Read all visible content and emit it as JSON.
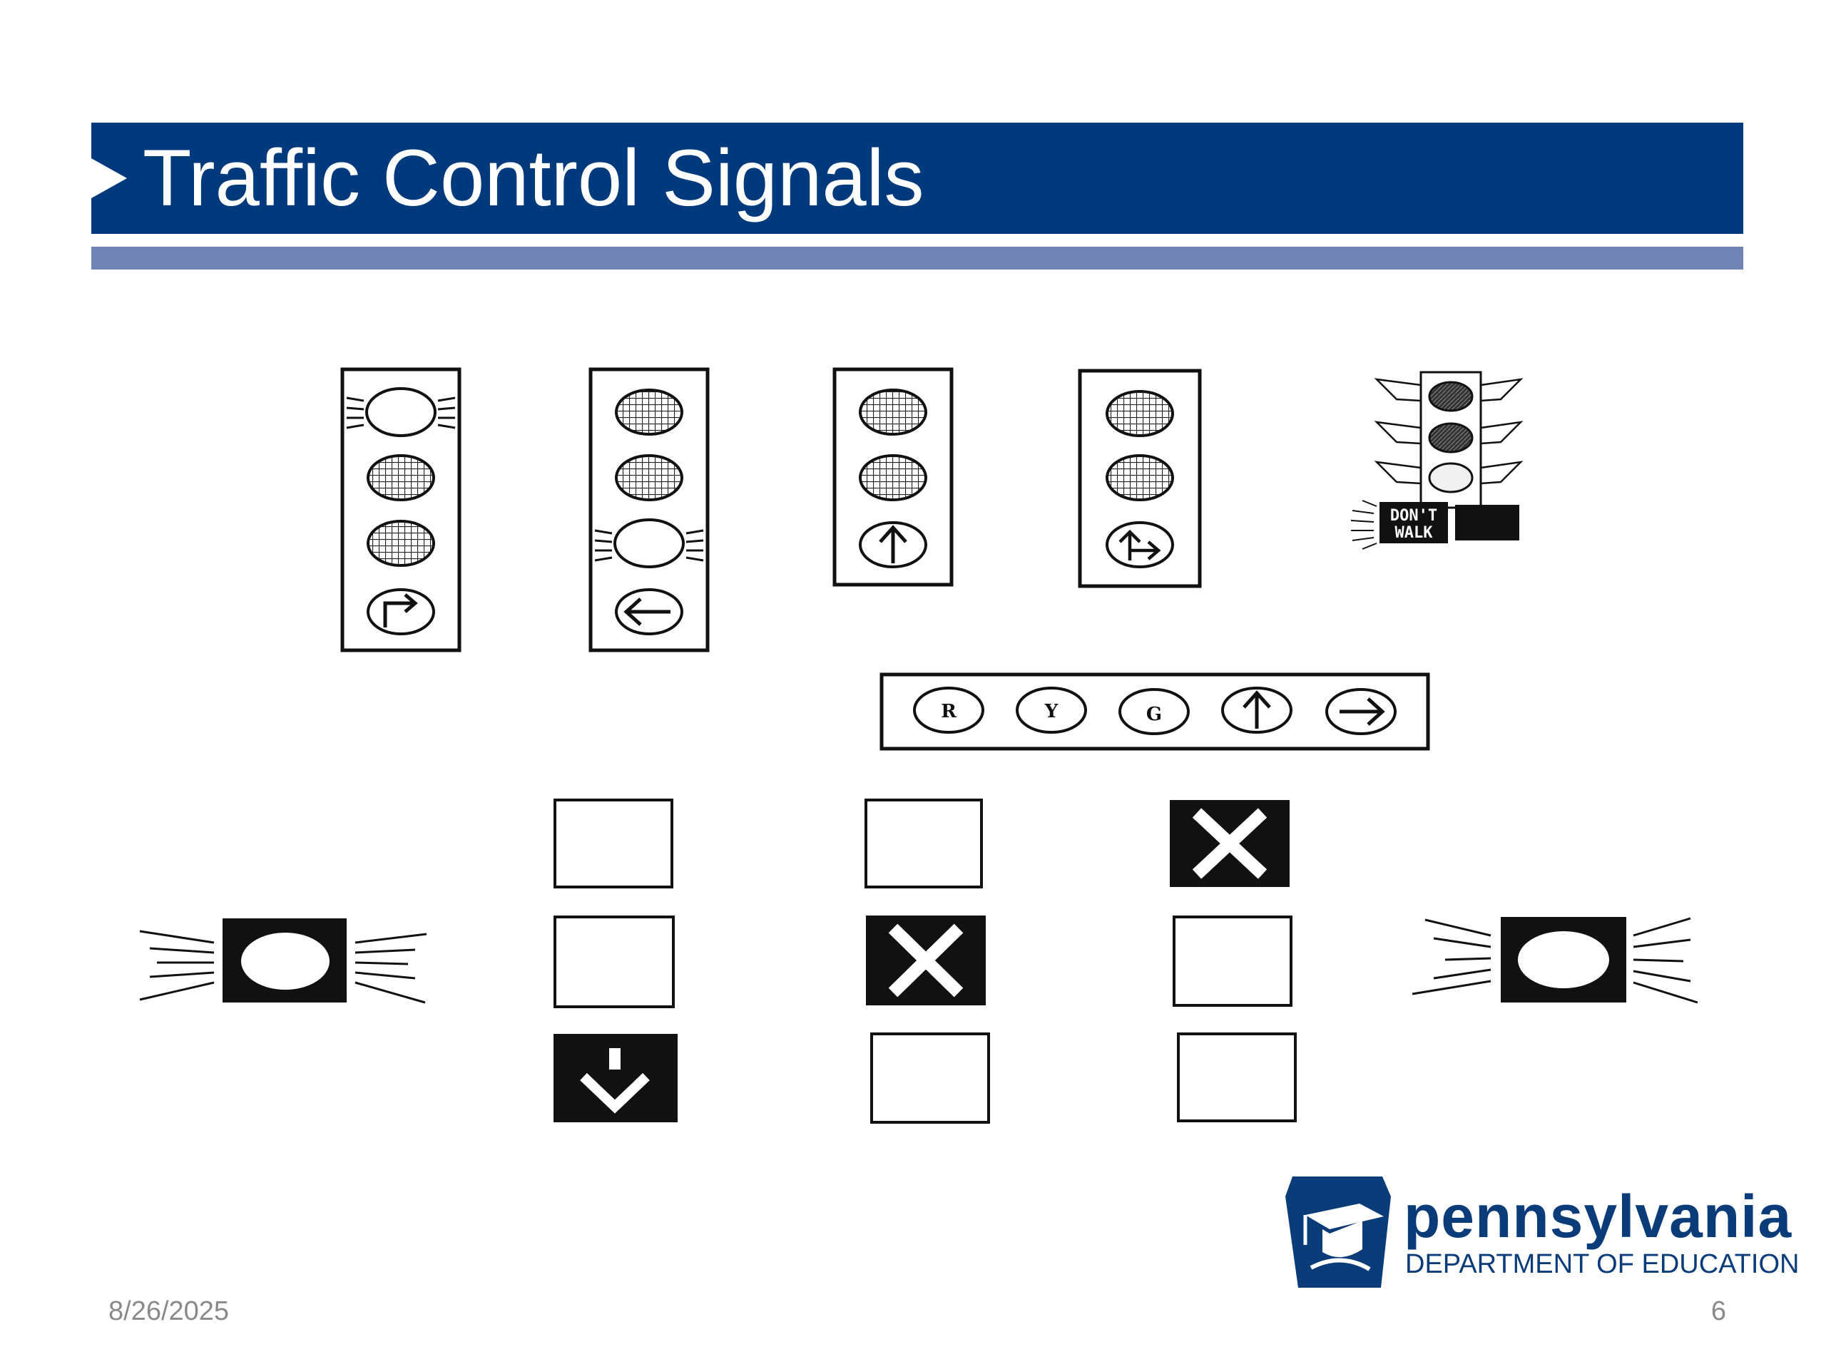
{
  "slide": {
    "title": "Traffic Control Signals",
    "date": "8/26/2025",
    "page_number": "6"
  },
  "signals": {
    "dont_walk_line1": "DON'T",
    "dont_walk_line2": "WALK",
    "horizontal_labels": [
      "R",
      "Y",
      "G"
    ]
  },
  "logo": {
    "name": "pennsylvania",
    "department": "DEPARTMENT OF EDUCATION"
  },
  "colors": {
    "title_bar": "#003a7c",
    "sub_bar": "#7083b4",
    "logo_blue": "#0b3c7a",
    "ink": "#111111"
  }
}
